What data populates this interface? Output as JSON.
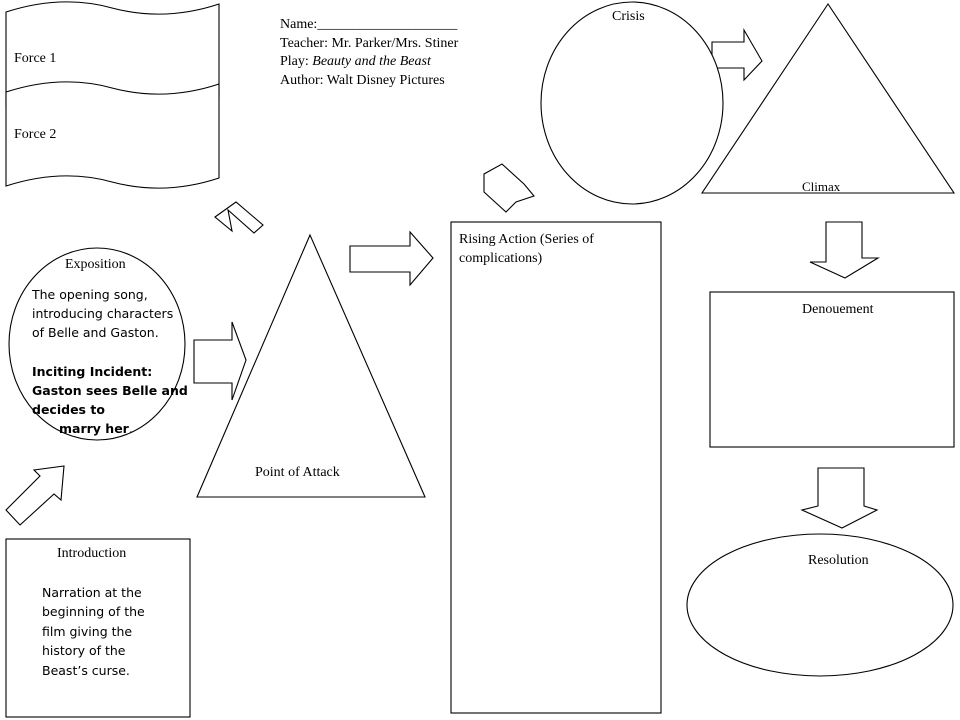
{
  "header": {
    "name_label": "Name:____________________",
    "teacher_label": "Teacher: Mr. Parker/Mrs. Stiner",
    "play_prefix": "Play: ",
    "play_title": "Beauty and the Beast",
    "author_label": "Author: Walt Disney Pictures"
  },
  "forces": {
    "force1": "Force 1",
    "force2": "Force 2"
  },
  "exposition": {
    "title": "Exposition",
    "lines": [
      "The opening song,",
      "introducing characters",
      "of Belle and Gaston."
    ],
    "inciting_label": "Inciting Incident:",
    "inciting_line2": "Gaston sees Belle and",
    "inciting_line3": "decides to",
    "inciting_line4": "marry her",
    "inciting_end": "."
  },
  "introduction": {
    "title": "Introduction",
    "lines": [
      "Narration at the",
      "beginning of the",
      "film giving the",
      "history of the",
      "Beast’s curse."
    ]
  },
  "point_of_attack": {
    "label": "Point of Attack"
  },
  "rising_action": {
    "line1": "Rising Action (Series of",
    "line2": "complications)"
  },
  "crisis": {
    "label": "Crisis"
  },
  "climax": {
    "label": "Climax"
  },
  "denouement": {
    "label": "Denouement"
  },
  "resolution": {
    "label": "Resolution"
  }
}
